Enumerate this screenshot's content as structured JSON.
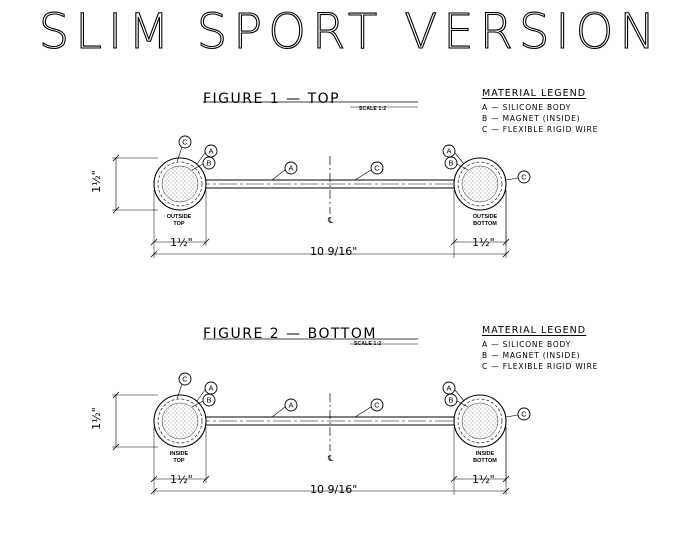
{
  "title": "SLIM SPORT VERSION",
  "figures": [
    {
      "title": "FIGURE 1 — TOP",
      "scale": "SCALE 1:2",
      "legend": {
        "title": "MATERIAL LEGEND",
        "items": [
          "A — SILICONE BODY",
          "B — MAGNET (INSIDE)",
          "C — FLEXIBLE RIGID WIRE"
        ]
      },
      "left_end_label": [
        "OUTSIDE",
        "TOP"
      ],
      "right_end_label": [
        "OUTSIDE",
        "BOTTOM"
      ],
      "height_dim": "1½\"",
      "end_dim": "1½\"",
      "length_dim": "10 9/16\"",
      "centerline": "℄",
      "callouts_left": [
        "C",
        "A",
        "B"
      ],
      "callouts_right": [
        "A",
        "B",
        "C"
      ],
      "callouts_mid": [
        "A",
        "C"
      ]
    },
    {
      "title": "FIGURE 2 — BOTTOM",
      "scale": "SCALE 1:2",
      "legend": {
        "title": "MATERIAL LEGEND",
        "items": [
          "A — SILICONE BODY",
          "B — MAGNET (INSIDE)",
          "C — FLEXIBLE RIGID WIRE"
        ]
      },
      "left_end_label": [
        "INSIDE",
        "TOP"
      ],
      "right_end_label": [
        "INSIDE",
        "BOTTOM"
      ],
      "height_dim": "1½\"",
      "end_dim": "1½\"",
      "length_dim": "10 9/16\"",
      "centerline": "℄",
      "callouts_left": [
        "C",
        "A",
        "B"
      ],
      "callouts_right": [
        "A",
        "B",
        "C"
      ],
      "callouts_mid": [
        "A",
        "C"
      ]
    }
  ]
}
